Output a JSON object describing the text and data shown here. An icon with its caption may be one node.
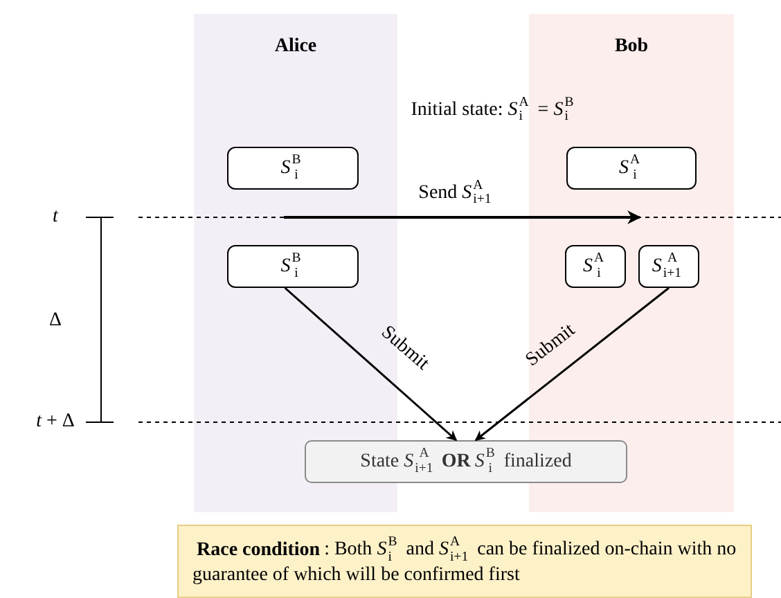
{
  "diagram": {
    "nodes": [
      {
        "text": [
          "Alice"
        ]
      },
      {
        "text": [
          "Bob"
        ]
      },
      {
        "text": [
          "*S*$^{B}$$_{i}$"
        ],
        "in": 0
      },
      {
        "text": [
          "*S*$^{A}$$_{i}$"
        ],
        "in": 1
      },
      {
        "text": [
          "*S*$^{B}$$_{i}$"
        ],
        "in": 0
      },
      {
        "text": [
          "*S*$^{A}$$_{i}$"
        ],
        "in": 1
      },
      {
        "text": [
          "*S*$^{A}$$_{i+1}$"
        ],
        "in": 1
      },
      {
        "text": [
          "State *S*$^{A}$$_{i+1}$ **OR** *S*$^{B}$$_{i}$ finalized"
        ]
      },
      {
        "text": [
          "**Race condition**: Both *S*$^{B}$$_{i}$ and *S*$^{A}$$_{i+1}$ can be finalized on-chain with no guarantee of which will be confirmed first"
        ]
      }
    ],
    "edges": [
      {
        "from": 4,
        "to": 7,
        "arrow": "to",
        "label": "Submit"
      },
      {
        "from": 6,
        "to": 7,
        "arrow": "to",
        "label": "Submit"
      }
    ],
    "labels": [
      "Initial state: *S*$^{A}$$_{i}$ = *S*$^{B}$$_{i}$",
      "Send *S*$^{A}$$_{i+1}$",
      "*t*",
      "Δ",
      "*t* + Δ"
    ]
  }
}
